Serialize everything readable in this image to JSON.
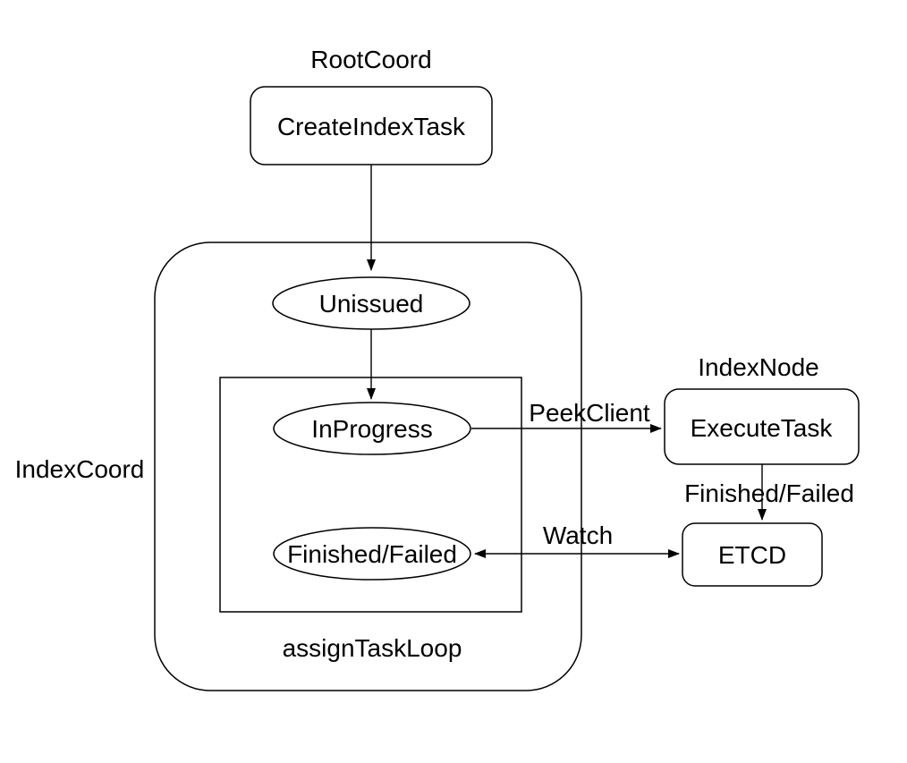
{
  "diagram": {
    "background_color": "#ffffff",
    "stroke_color": "#000000",
    "text_color": "#000000",
    "labels": {
      "root_coord": "RootCoord",
      "index_coord": "IndexCoord",
      "index_node": "IndexNode",
      "assign_task_loop": "assignTaskLoop"
    },
    "nodes": {
      "create_index_task": "CreateIndexTask",
      "unissued": "Unissued",
      "in_progress": "InProgress",
      "finished_failed": "Finished/Failed",
      "execute_task": "ExecuteTask",
      "etcd": "ETCD"
    },
    "edges": {
      "peek_client": "PeekClient",
      "finished_failed": "Finished/Failed",
      "watch": "Watch"
    }
  }
}
